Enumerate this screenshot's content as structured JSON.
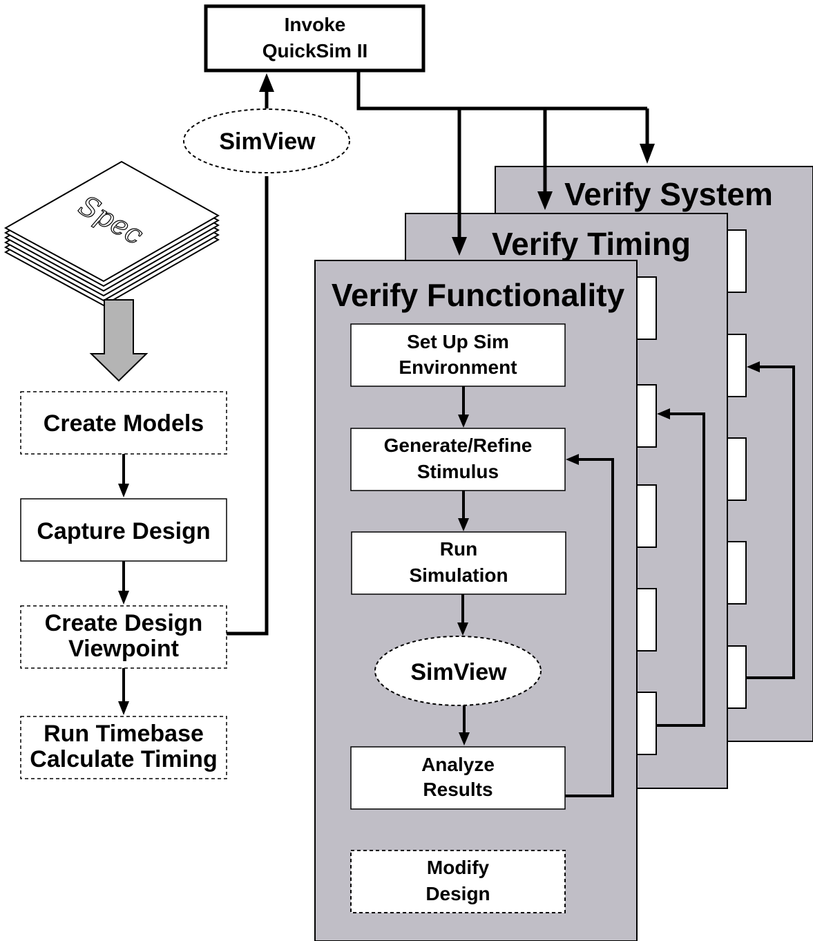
{
  "colors": {
    "panel": "#c0bec6",
    "line": "#000000",
    "arrow_gray": "#b4b4b4",
    "box": "#ffffff"
  },
  "top": {
    "invoke_line1": "Invoke",
    "invoke_line2": "QuickSim II",
    "simview": "SimView"
  },
  "left": {
    "spec": "Spec",
    "create_models": "Create Models",
    "capture_design": "Capture Design",
    "viewpoint_line1": "Create Design",
    "viewpoint_line2": "Viewpoint",
    "timebase_line1": "Run Timebase",
    "timebase_line2": "Calculate Timing"
  },
  "panels": {
    "system": "Verify System",
    "timing": "Verify Timing",
    "functionality": "Verify Functionality"
  },
  "steps": {
    "setup_line1": "Set Up Sim",
    "setup_line2": "Environment",
    "stimulus_line1": "Generate/Refine",
    "stimulus_line2": "Stimulus",
    "run_line1": "Run",
    "run_line2": "Simulation",
    "simview": "SimView",
    "analyze_line1": "Analyze",
    "analyze_line2": "Results",
    "modify_line1": "Modify",
    "modify_line2": "Design"
  }
}
